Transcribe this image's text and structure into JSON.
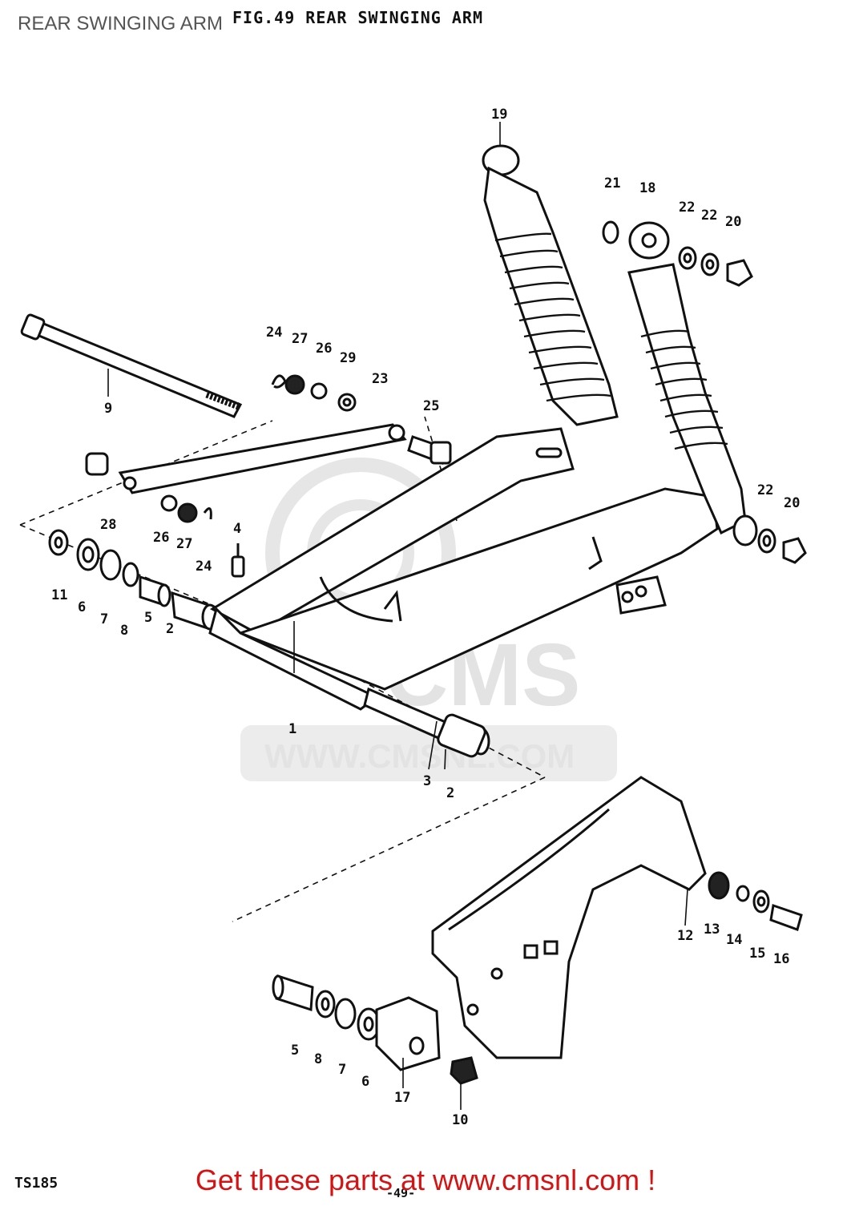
{
  "page": {
    "title": "REAR SWINGING ARM",
    "figure_title": "FIG.49  REAR SWINGING ARM",
    "model_code": "TS185",
    "page_number": "-49-",
    "footer_link": "Get these parts at www.cmsnl.com !"
  },
  "watermark": {
    "brand": "CMS",
    "url": "WWW.CMSNL.COM"
  },
  "callouts": [
    {
      "id": "c1",
      "num": "1"
    },
    {
      "id": "c2a",
      "num": "2"
    },
    {
      "id": "c2b",
      "num": "2"
    },
    {
      "id": "c3",
      "num": "3"
    },
    {
      "id": "c4",
      "num": "4"
    },
    {
      "id": "c5a",
      "num": "5"
    },
    {
      "id": "c5b",
      "num": "5"
    },
    {
      "id": "c6a",
      "num": "6"
    },
    {
      "id": "c6b",
      "num": "6"
    },
    {
      "id": "c7a",
      "num": "7"
    },
    {
      "id": "c7b",
      "num": "7"
    },
    {
      "id": "c8a",
      "num": "8"
    },
    {
      "id": "c8b",
      "num": "8"
    },
    {
      "id": "c9",
      "num": "9"
    },
    {
      "id": "c10",
      "num": "10"
    },
    {
      "id": "c11",
      "num": "11"
    },
    {
      "id": "c12",
      "num": "12"
    },
    {
      "id": "c13",
      "num": "13"
    },
    {
      "id": "c14",
      "num": "14"
    },
    {
      "id": "c15",
      "num": "15"
    },
    {
      "id": "c16",
      "num": "16"
    },
    {
      "id": "c17",
      "num": "17"
    },
    {
      "id": "c18",
      "num": "18"
    },
    {
      "id": "c19",
      "num": "19"
    },
    {
      "id": "c20a",
      "num": "20"
    },
    {
      "id": "c20b",
      "num": "20"
    },
    {
      "id": "c21",
      "num": "21"
    },
    {
      "id": "c22a",
      "num": "22"
    },
    {
      "id": "c22b",
      "num": "22"
    },
    {
      "id": "c22c",
      "num": "22"
    },
    {
      "id": "c23",
      "num": "23"
    },
    {
      "id": "c24a",
      "num": "24"
    },
    {
      "id": "c24b",
      "num": "24"
    },
    {
      "id": "c25",
      "num": "25"
    },
    {
      "id": "c26a",
      "num": "26"
    },
    {
      "id": "c26b",
      "num": "26"
    },
    {
      "id": "c27a",
      "num": "27"
    },
    {
      "id": "c27b",
      "num": "27"
    },
    {
      "id": "c28",
      "num": "28"
    },
    {
      "id": "c29",
      "num": "29"
    }
  ],
  "colors": {
    "ink": "#111111",
    "footer": "#d41414",
    "watermark": "#e3e3e3"
  }
}
